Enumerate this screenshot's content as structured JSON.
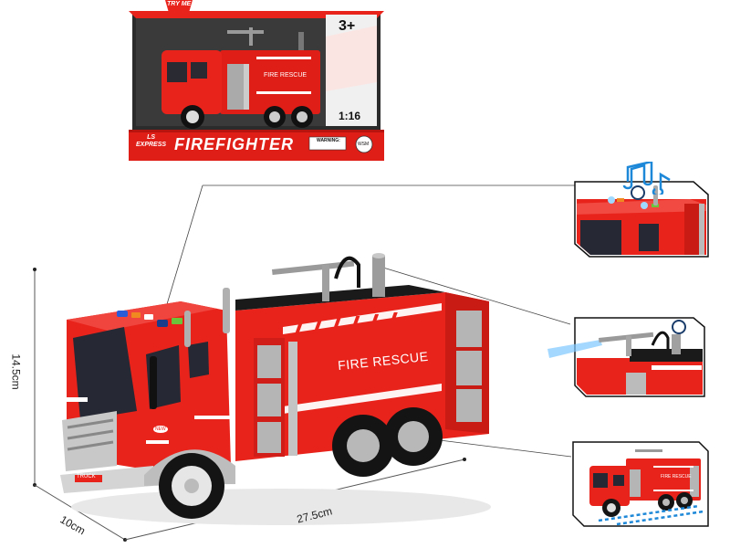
{
  "package": {
    "try_me": "TRY ME",
    "age": "3+",
    "scale": "1:16",
    "brand_top": "LS",
    "brand_bottom": "EXPRESS",
    "title": "FIREFIGHTER",
    "warning": "WARNING:",
    "warning_sub": "CHOKING HAZARD",
    "logo": "WSM",
    "truck_label": "FIRE RESCUE"
  },
  "truck": {
    "label": "FIRE RESCUE",
    "badge": "NEW",
    "plate": "TRUCK"
  },
  "dimensions": {
    "height": "14.5cm",
    "depth": "10cm",
    "length": "27.5cm"
  },
  "features": [
    {
      "name": "lights-and-sound",
      "icon": "music-note-icon"
    },
    {
      "name": "water-spray",
      "icon": "water-spray-icon"
    },
    {
      "name": "friction-drive",
      "icon": "motion-lines-icon"
    }
  ],
  "colors": {
    "red": "#e8231c",
    "dark_red": "#b8140f",
    "blue_note": "#1e88d8",
    "gray": "#b5b5b5"
  }
}
